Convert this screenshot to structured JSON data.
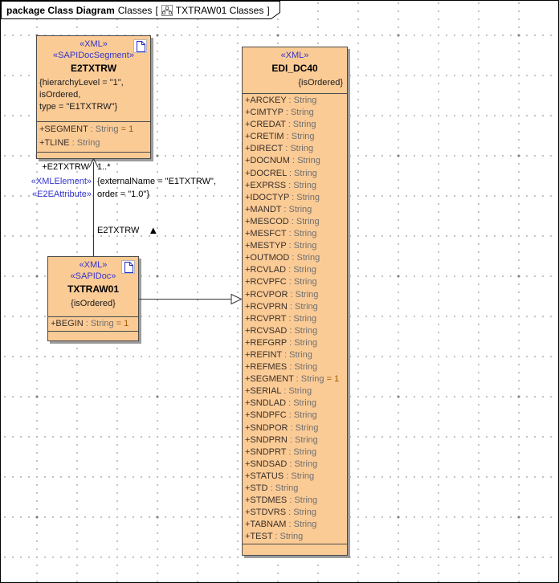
{
  "frame": {
    "title_keyword": "package Class Diagram",
    "title_name": "Classes",
    "bracket_open": "[",
    "context_name": "TXTRAW01 Classes",
    "bracket_close": "]"
  },
  "colors": {
    "box_fill": "#FBCB96",
    "box_border": "#4A4A4A",
    "box_shadow": "#9C9C9C",
    "stereotype_text": "#3434CB",
    "attribute_type_text": "#6F6F6F",
    "attribute_default_text": "#A05A00",
    "grid_dot": "#A6A6A6"
  },
  "classes": [
    {
      "stereotypes": [
        "«XML»",
        "«SAPIDocSegment»"
      ],
      "name": "E2TXTRW",
      "constraints": [
        "{hierarchyLevel = \"1\",",
        "isOrdered,",
        "type = \"E1TXTRW\"}"
      ],
      "attributes": [
        {
          "n": "+SEGMENT",
          "t": " : String",
          "d": " = 1"
        },
        {
          "n": "+TLINE",
          "t": " : String"
        }
      ]
    },
    {
      "stereotypes": [
        "«XML»",
        "«SAPIDoc»"
      ],
      "name": "TXTRAW01",
      "constraints": [
        "{isOrdered}"
      ],
      "attributes": [
        {
          "n": "+BEGIN",
          "t": " : String",
          "d": " = 1"
        }
      ]
    },
    {
      "stereotypes": [
        "«XML»"
      ],
      "name": "EDI_DC40",
      "constraints": [
        "{isOrdered}"
      ],
      "attributes": [
        {
          "n": "+ARCKEY",
          "t": " : String"
        },
        {
          "n": "+CIMTYP",
          "t": " : String"
        },
        {
          "n": "+CREDAT",
          "t": " : String"
        },
        {
          "n": "+CRETIM",
          "t": " : String"
        },
        {
          "n": "+DIRECT",
          "t": " : String"
        },
        {
          "n": "+DOCNUM",
          "t": " : String"
        },
        {
          "n": "+DOCREL",
          "t": " : String"
        },
        {
          "n": "+EXPRSS",
          "t": " : String"
        },
        {
          "n": "+IDOCTYP",
          "t": " : String"
        },
        {
          "n": "+MANDT",
          "t": " : String"
        },
        {
          "n": "+MESCOD",
          "t": " : String"
        },
        {
          "n": "+MESFCT",
          "t": " : String"
        },
        {
          "n": "+MESTYP",
          "t": " : String"
        },
        {
          "n": "+OUTMOD",
          "t": " : String"
        },
        {
          "n": "+RCVLAD",
          "t": " : String"
        },
        {
          "n": "+RCVPFC",
          "t": " : String"
        },
        {
          "n": "+RCVPOR",
          "t": " : String"
        },
        {
          "n": "+RCVPRN",
          "t": " : String"
        },
        {
          "n": "+RCVPRT",
          "t": " : String"
        },
        {
          "n": "+RCVSAD",
          "t": " : String"
        },
        {
          "n": "+REFGRP",
          "t": " : String"
        },
        {
          "n": "+REFINT",
          "t": " : String"
        },
        {
          "n": "+REFMES",
          "t": " : String"
        },
        {
          "n": "+SEGMENT",
          "t": " : String",
          "d": " = 1"
        },
        {
          "n": "+SERIAL",
          "t": " : String"
        },
        {
          "n": "+SNDLAD",
          "t": " : String"
        },
        {
          "n": "+SNDPFC",
          "t": " : String"
        },
        {
          "n": "+SNDPOR",
          "t": " : String"
        },
        {
          "n": "+SNDPRN",
          "t": " : String"
        },
        {
          "n": "+SNDPRT",
          "t": " : String"
        },
        {
          "n": "+SNDSAD",
          "t": " : String"
        },
        {
          "n": "+STATUS",
          "t": " : String"
        },
        {
          "n": "+STD",
          "t": " : String"
        },
        {
          "n": "+STDMES",
          "t": " : String"
        },
        {
          "n": "+STDVRS",
          "t": " : String"
        },
        {
          "n": "+TABNAM",
          "t": " : String"
        },
        {
          "n": "+TEST",
          "t": " : String"
        }
      ]
    }
  ],
  "associations": [
    {
      "role": "+E2TXTRW",
      "multiplicity": "1..*",
      "stereotypes": [
        "«XMLElement»",
        "«E2EAttribute»"
      ],
      "constraints": [
        "{externalName = \"E1TXTRW\",",
        "order = \"1.0\"}"
      ],
      "name": "E2TXTRW",
      "direction": "▲"
    }
  ]
}
